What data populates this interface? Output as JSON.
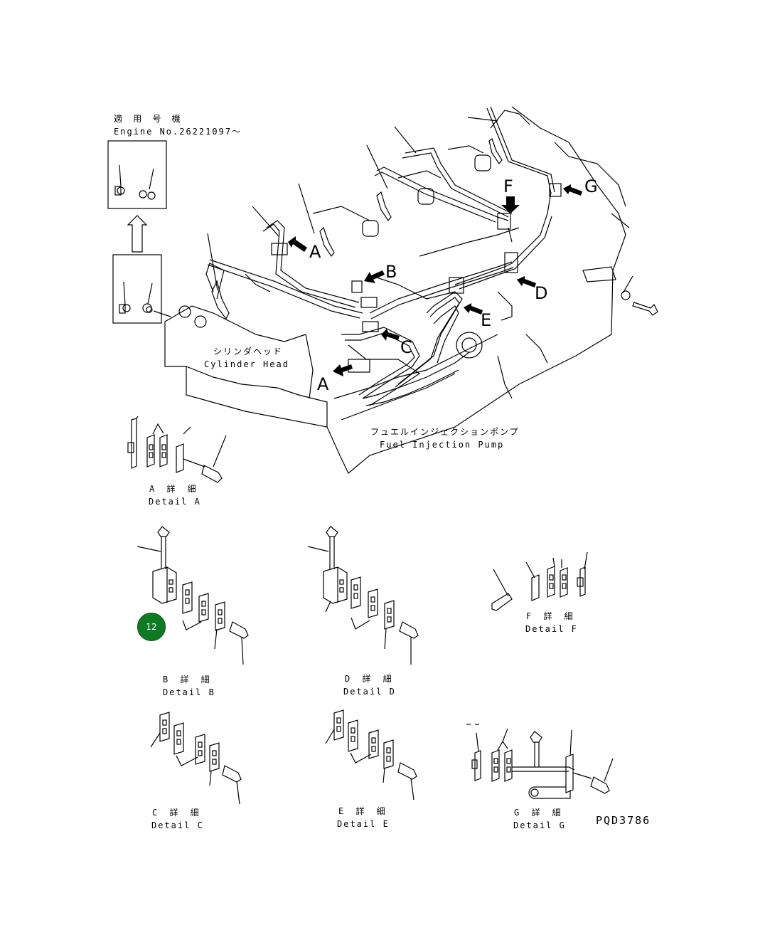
{
  "header": {
    "applicable_jp": "適 用 号 機",
    "engine_no": "Engine No.26221097〜"
  },
  "callouts": {
    "a1": "A",
    "a2": "A",
    "b": "B",
    "c": "C",
    "d": "D",
    "e": "E",
    "f": "F",
    "g": "G"
  },
  "parts": {
    "cylinder_head_jp": "シリンダヘッド",
    "cylinder_head_en": "Cylinder Head",
    "fuel_pump_jp": "フュエルインジェクションポンプ",
    "fuel_pump_en": "Fuel Injection Pump"
  },
  "details": {
    "a_jp": "A 詳 細",
    "a_en": "Detail A",
    "b_jp": "B 詳 細",
    "b_en": "Detail B",
    "c_jp": "C 詳 細",
    "c_en": "Detail C",
    "d_jp": "D 詳 細",
    "d_en": "Detail D",
    "e_jp": "E 詳 細",
    "e_en": "Detail E",
    "f_jp": "F 詳 細",
    "f_en": "Detail F",
    "g_jp": "G 詳 細",
    "g_en": "Detail G"
  },
  "marker": {
    "number": "12",
    "color": "#0f7a23"
  },
  "drawing_id": "PQD3786"
}
